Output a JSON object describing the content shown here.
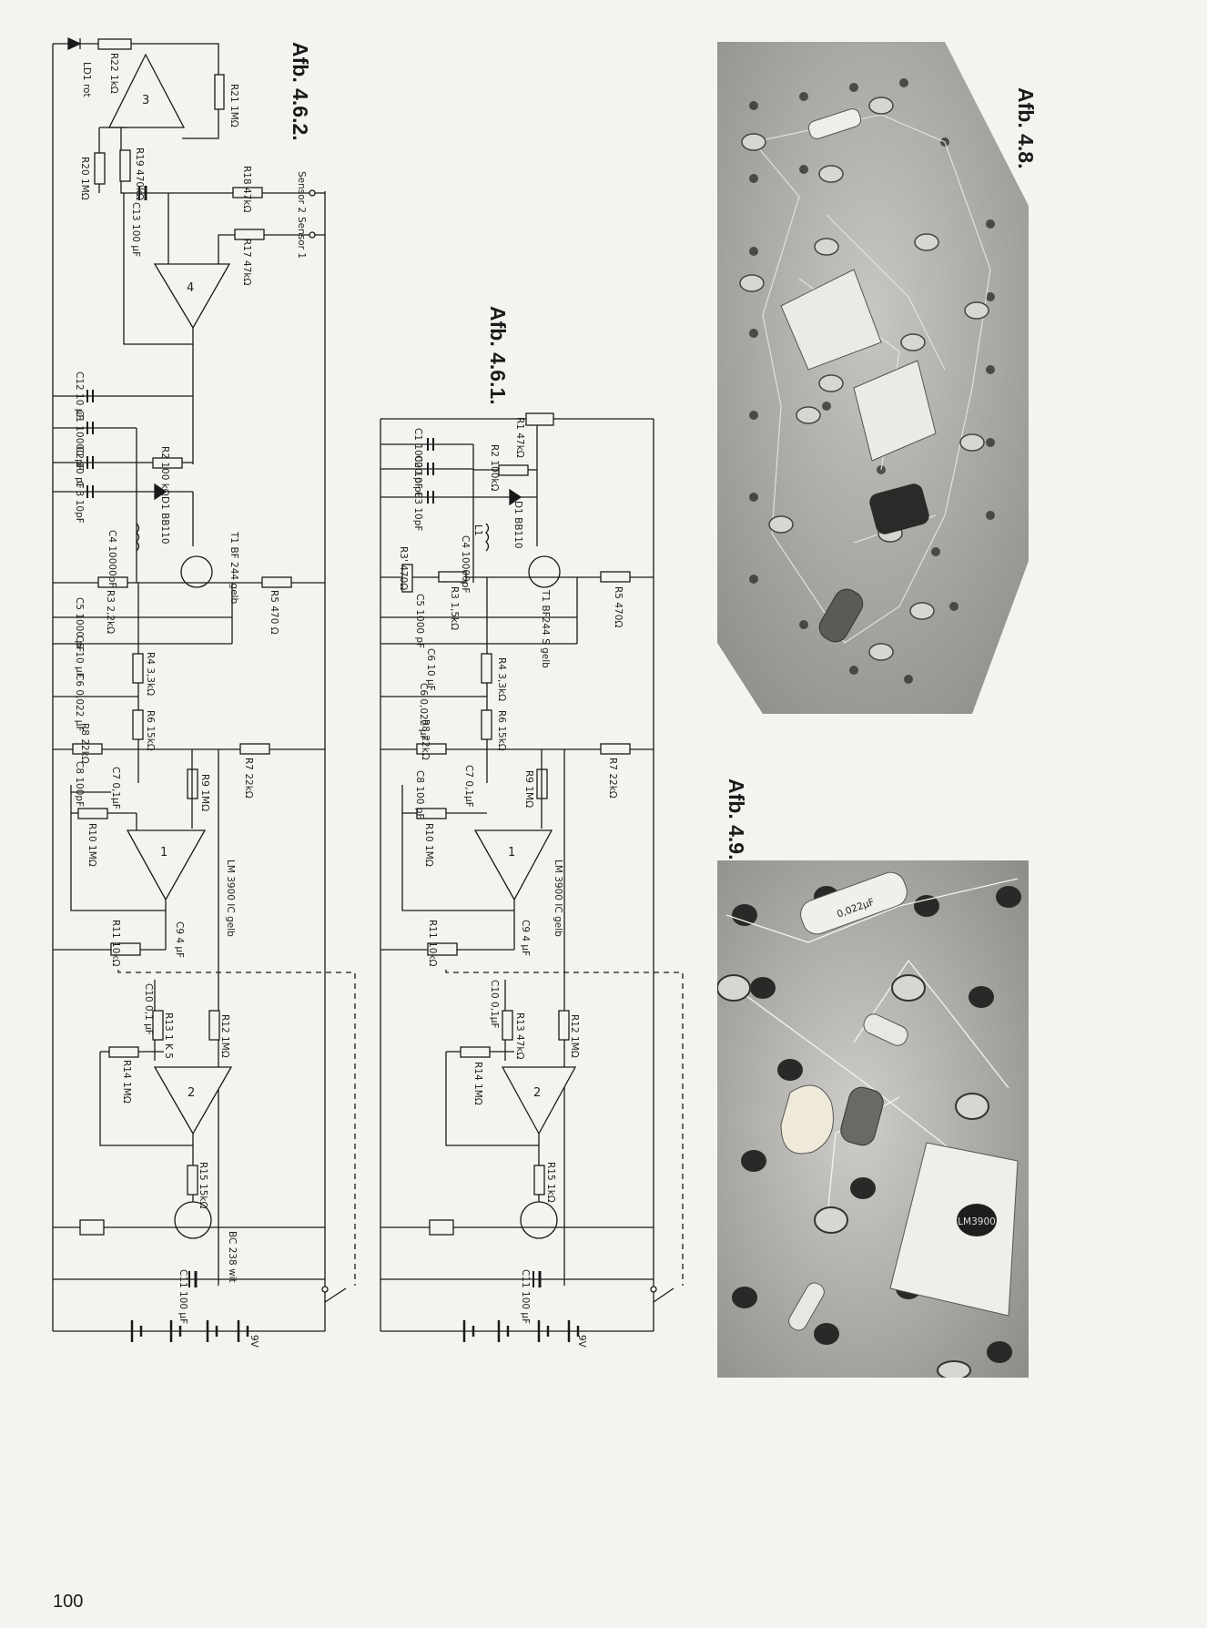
{
  "page_number": "100",
  "captions": {
    "schematic_top": "Afb. 4.6.2.",
    "schematic_bottom": "Afb. 4.6.1.",
    "photo_1": "Afb. 4.8.",
    "photo_2": "Afb. 4.9."
  },
  "schematic_462": {
    "parts": [
      {
        "ref": "LD1",
        "value": "rot"
      },
      {
        "ref": "R22",
        "value": "1kΩ"
      },
      {
        "ref": "R21",
        "value": "1MΩ"
      },
      {
        "ref": "R19",
        "value": "470kΩ"
      },
      {
        "ref": "R20",
        "value": "1MΩ"
      },
      {
        "ref": "R18",
        "value": "47kΩ"
      },
      {
        "ref": "C13",
        "value": "100 µF"
      },
      {
        "ref": "R17",
        "value": "47kΩ"
      },
      {
        "ref": "C12",
        "value": "10 µF"
      },
      {
        "ref": "C1",
        "value": "10000 pF"
      },
      {
        "ref": "C2",
        "value": "10 pF"
      },
      {
        "ref": "R2",
        "value": "100 kΩ"
      },
      {
        "ref": "C 3",
        "value": "10pF"
      },
      {
        "ref": "D1",
        "value": "BB110"
      },
      {
        "ref": "T1",
        "value": "BF 244 gelb"
      },
      {
        "ref": "C4",
        "value": "10000pF"
      },
      {
        "ref": "R3",
        "value": "2,2kΩ"
      },
      {
        "ref": "R5",
        "value": "470 Ω"
      },
      {
        "ref": "C5",
        "value": "1000 pF"
      },
      {
        "ref": "C6",
        "value": "10 µF"
      },
      {
        "ref": "C6",
        "value": "0,022 µF"
      },
      {
        "ref": "R4",
        "value": "3,3kΩ"
      },
      {
        "ref": "R6",
        "value": "15kΩ"
      },
      {
        "ref": "R8",
        "value": "22kΩ"
      },
      {
        "ref": "C8",
        "value": "100pF"
      },
      {
        "ref": "C7",
        "value": "0,1µF"
      },
      {
        "ref": "R9",
        "value": "1MΩ"
      },
      {
        "ref": "R7",
        "value": "22kΩ"
      },
      {
        "ref": "R10",
        "value": "1MΩ"
      },
      {
        "ref": "R11",
        "value": "10kΩ"
      },
      {
        "ref": "C9",
        "value": "4 µF"
      },
      {
        "ref": "C10",
        "value": "0,1 µF"
      },
      {
        "ref": "R13",
        "value": "1 K 5"
      },
      {
        "ref": "R12",
        "value": "1MΩ"
      },
      {
        "ref": "R14",
        "value": "1MΩ"
      },
      {
        "ref": "R15",
        "value": "15kΩ"
      },
      {
        "ref": "C11",
        "value": "100 µF"
      }
    ],
    "ic": "LM 3900 IC gelb",
    "transistor": "BC 238 wit",
    "sensor_labels": [
      "Sensor 2",
      "Sensor 1"
    ],
    "supply": "9V",
    "opamp_numbers": [
      "1",
      "2",
      "3",
      "4"
    ]
  },
  "schematic_461": {
    "parts": [
      {
        "ref": "R1",
        "value": "47kΩ"
      },
      {
        "ref": "C1",
        "value": "10000 pF"
      },
      {
        "ref": "C2",
        "value": "10 pF"
      },
      {
        "ref": "R2",
        "value": "100kΩ"
      },
      {
        "ref": "C3",
        "value": "10pF"
      },
      {
        "ref": "D1",
        "value": "BB110"
      },
      {
        "ref": "L1",
        "value": ""
      },
      {
        "ref": "C4",
        "value": "10000pF"
      },
      {
        "ref": "T1",
        "value": "BF244 S gelb"
      },
      {
        "ref": "R3'",
        "value": "470Ω"
      },
      {
        "ref": "R3",
        "value": "1,5kΩ"
      },
      {
        "ref": "R5",
        "value": "470Ω"
      },
      {
        "ref": "C5",
        "value": "1000 pF"
      },
      {
        "ref": "C6",
        "value": "10 µF"
      },
      {
        "ref": "R4",
        "value": "3,3kΩ"
      },
      {
        "ref": "C6",
        "value": "0,022 µF"
      },
      {
        "ref": "R6",
        "value": "15kΩ"
      },
      {
        "ref": "R8",
        "value": "22kΩ"
      },
      {
        "ref": "C8",
        "value": "100 pF"
      },
      {
        "ref": "C7",
        "value": "0,1µF"
      },
      {
        "ref": "R9",
        "value": "1MΩ"
      },
      {
        "ref": "R7",
        "value": "22kΩ"
      },
      {
        "ref": "R10",
        "value": "1MΩ"
      },
      {
        "ref": "R11",
        "value": "10kΩ"
      },
      {
        "ref": "C9",
        "value": "4 µF"
      },
      {
        "ref": "C10",
        "value": "0,1µF"
      },
      {
        "ref": "R13",
        "value": "47kΩ"
      },
      {
        "ref": "R12",
        "value": "1MΩ"
      },
      {
        "ref": "R14",
        "value": "1MΩ"
      },
      {
        "ref": "R15",
        "value": "1kΩ"
      },
      {
        "ref": "C11",
        "value": "100 µF"
      }
    ],
    "ic": "LM 3900 IC gelb",
    "supply": "9V",
    "opamp_numbers": [
      "1",
      "2"
    ]
  },
  "photo_labels": {
    "capacitor_print": "0,022µF",
    "ic_print": "LM3900"
  }
}
